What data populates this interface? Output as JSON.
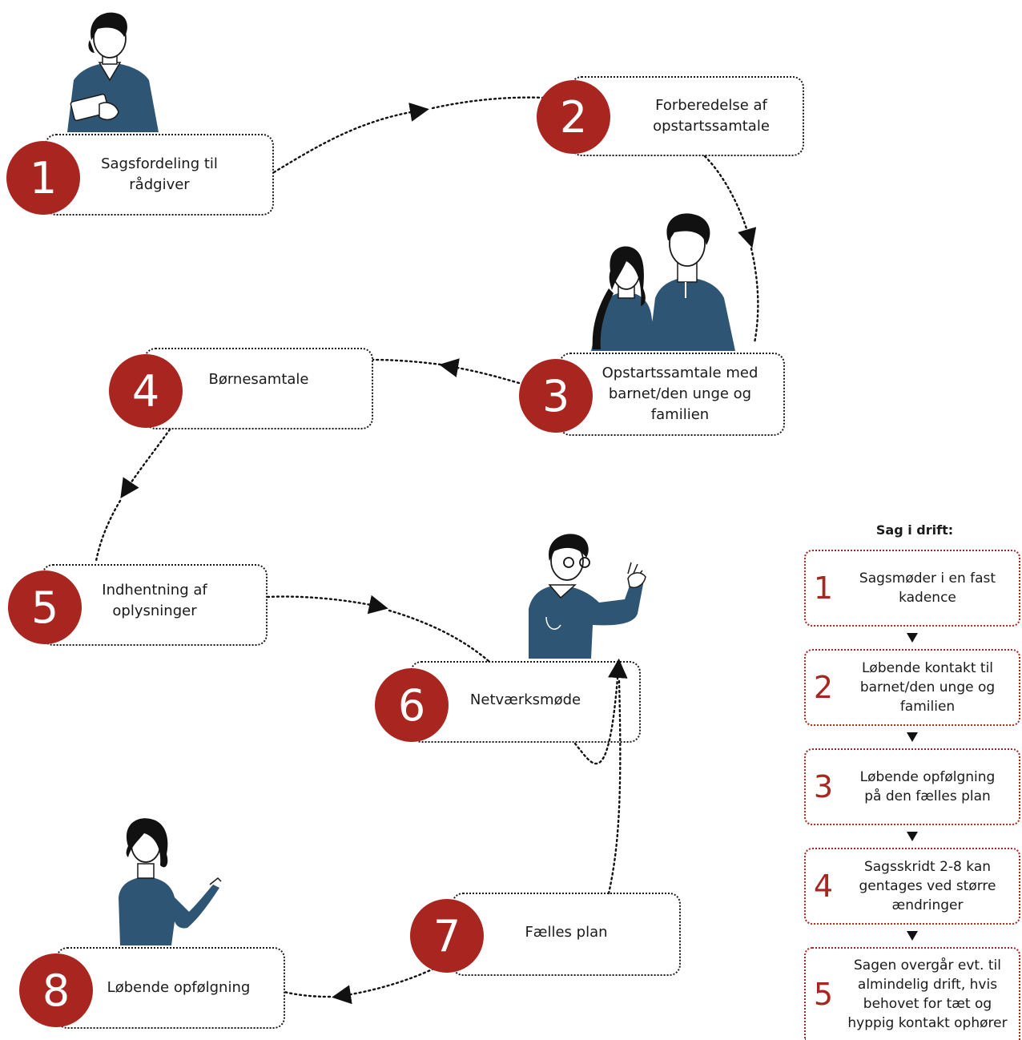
{
  "colors": {
    "accent": "#a8261f",
    "figure": "#2f5575",
    "ink": "#1a1a1a"
  },
  "steps": [
    {
      "num": "1",
      "lines": [
        "Sagsfordeling til",
        "rådgiver"
      ]
    },
    {
      "num": "2",
      "lines": [
        "Forberedelse af",
        "opstartssamtale"
      ]
    },
    {
      "num": "3",
      "lines": [
        "Opstartssamtale med",
        "barnet/den unge og",
        "familien"
      ]
    },
    {
      "num": "4",
      "lines": [
        "Børnesamtale"
      ]
    },
    {
      "num": "5",
      "lines": [
        "Indhentning af",
        "oplysninger"
      ]
    },
    {
      "num": "6",
      "lines": [
        "Netværksmøde"
      ]
    },
    {
      "num": "7",
      "lines": [
        "Fælles plan"
      ]
    },
    {
      "num": "8",
      "lines": [
        "Løbende opfølgning"
      ]
    }
  ],
  "sidebar": {
    "title": "Sag i drift:",
    "items": [
      {
        "num": "1",
        "lines": [
          "Sagsmøder i en fast",
          "kadence"
        ]
      },
      {
        "num": "2",
        "lines": [
          "Løbende kontakt til",
          "barnet/den unge og",
          "familien"
        ]
      },
      {
        "num": "3",
        "lines": [
          "Løbende opfølgning",
          "på den fælles plan"
        ]
      },
      {
        "num": "4",
        "lines": [
          "Sagsskridt 2-8 kan",
          "gentages ved større",
          "ændringer"
        ]
      },
      {
        "num": "5",
        "lines": [
          "Sagen overgår evt. til",
          "almindelig drift, hvis",
          "behovet for tæt og",
          "hyppig kontakt ophører"
        ]
      }
    ]
  }
}
